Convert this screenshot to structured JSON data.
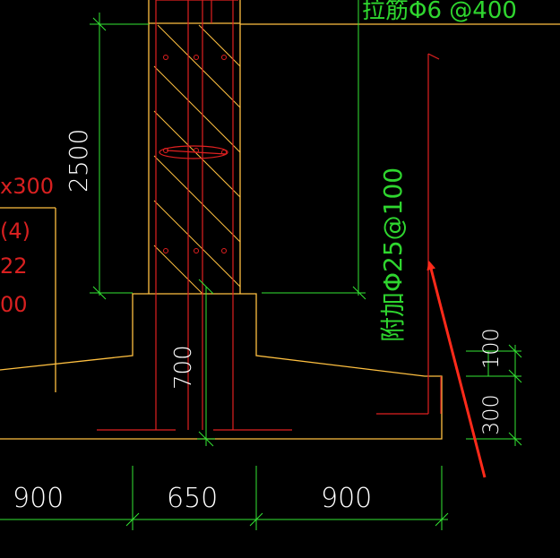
{
  "drawing": {
    "colors": {
      "background": "#000000",
      "dimension": "#33e633",
      "outline": "#ffc040",
      "rebar": "#e02020",
      "text_white": "#ffffff",
      "text_green": "#2fd62f",
      "text_red": "#d82020",
      "arrow": "#ff2a1a"
    },
    "dimensions": {
      "wall_height": "2500",
      "foundation_height": "700",
      "left_width": "900",
      "center_width": "650",
      "right_width": "900",
      "upper_spacing": "100",
      "lower_spacing": "300"
    },
    "annotations": {
      "rebar_note": "附加Φ25@100",
      "top_note": "拉筋Φ6 @400",
      "left_note_1": "x300",
      "left_note_2": "(4)",
      "left_note_3": "22",
      "left_note_4": "00"
    }
  }
}
